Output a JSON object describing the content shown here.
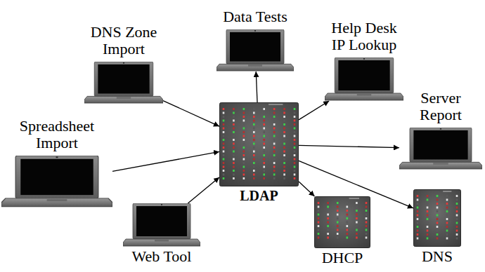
{
  "diagram": {
    "nodes": [
      {
        "text": [
          "Data Tests"
        ]
      },
      {
        "text": [
          "DNS Zone Import"
        ]
      },
      {
        "text": [
          "Help Desk IP Lookup"
        ]
      },
      {
        "text": [
          "Server Report"
        ]
      },
      {
        "text": [
          "Spreadsheet Import"
        ]
      },
      {
        "text": [
          "LDAP"
        ]
      },
      {
        "text": [
          "Web Tool"
        ]
      },
      {
        "text": [
          "DHCP"
        ]
      },
      {
        "text": [
          "DNS"
        ]
      }
    ],
    "edges": [
      {
        "from": 1,
        "to": 5,
        "arrow": "to"
      },
      {
        "from": 4,
        "to": 5,
        "arrow": "to"
      },
      {
        "from": 6,
        "to": 5,
        "arrow": "to"
      },
      {
        "from": 5,
        "to": 0,
        "arrow": "to"
      },
      {
        "from": 5,
        "to": 2,
        "arrow": "to"
      },
      {
        "from": 5,
        "to": 3,
        "arrow": "to"
      },
      {
        "from": 5,
        "to": 7,
        "arrow": "to"
      },
      {
        "from": 5,
        "to": 8,
        "arrow": "to"
      }
    ]
  }
}
